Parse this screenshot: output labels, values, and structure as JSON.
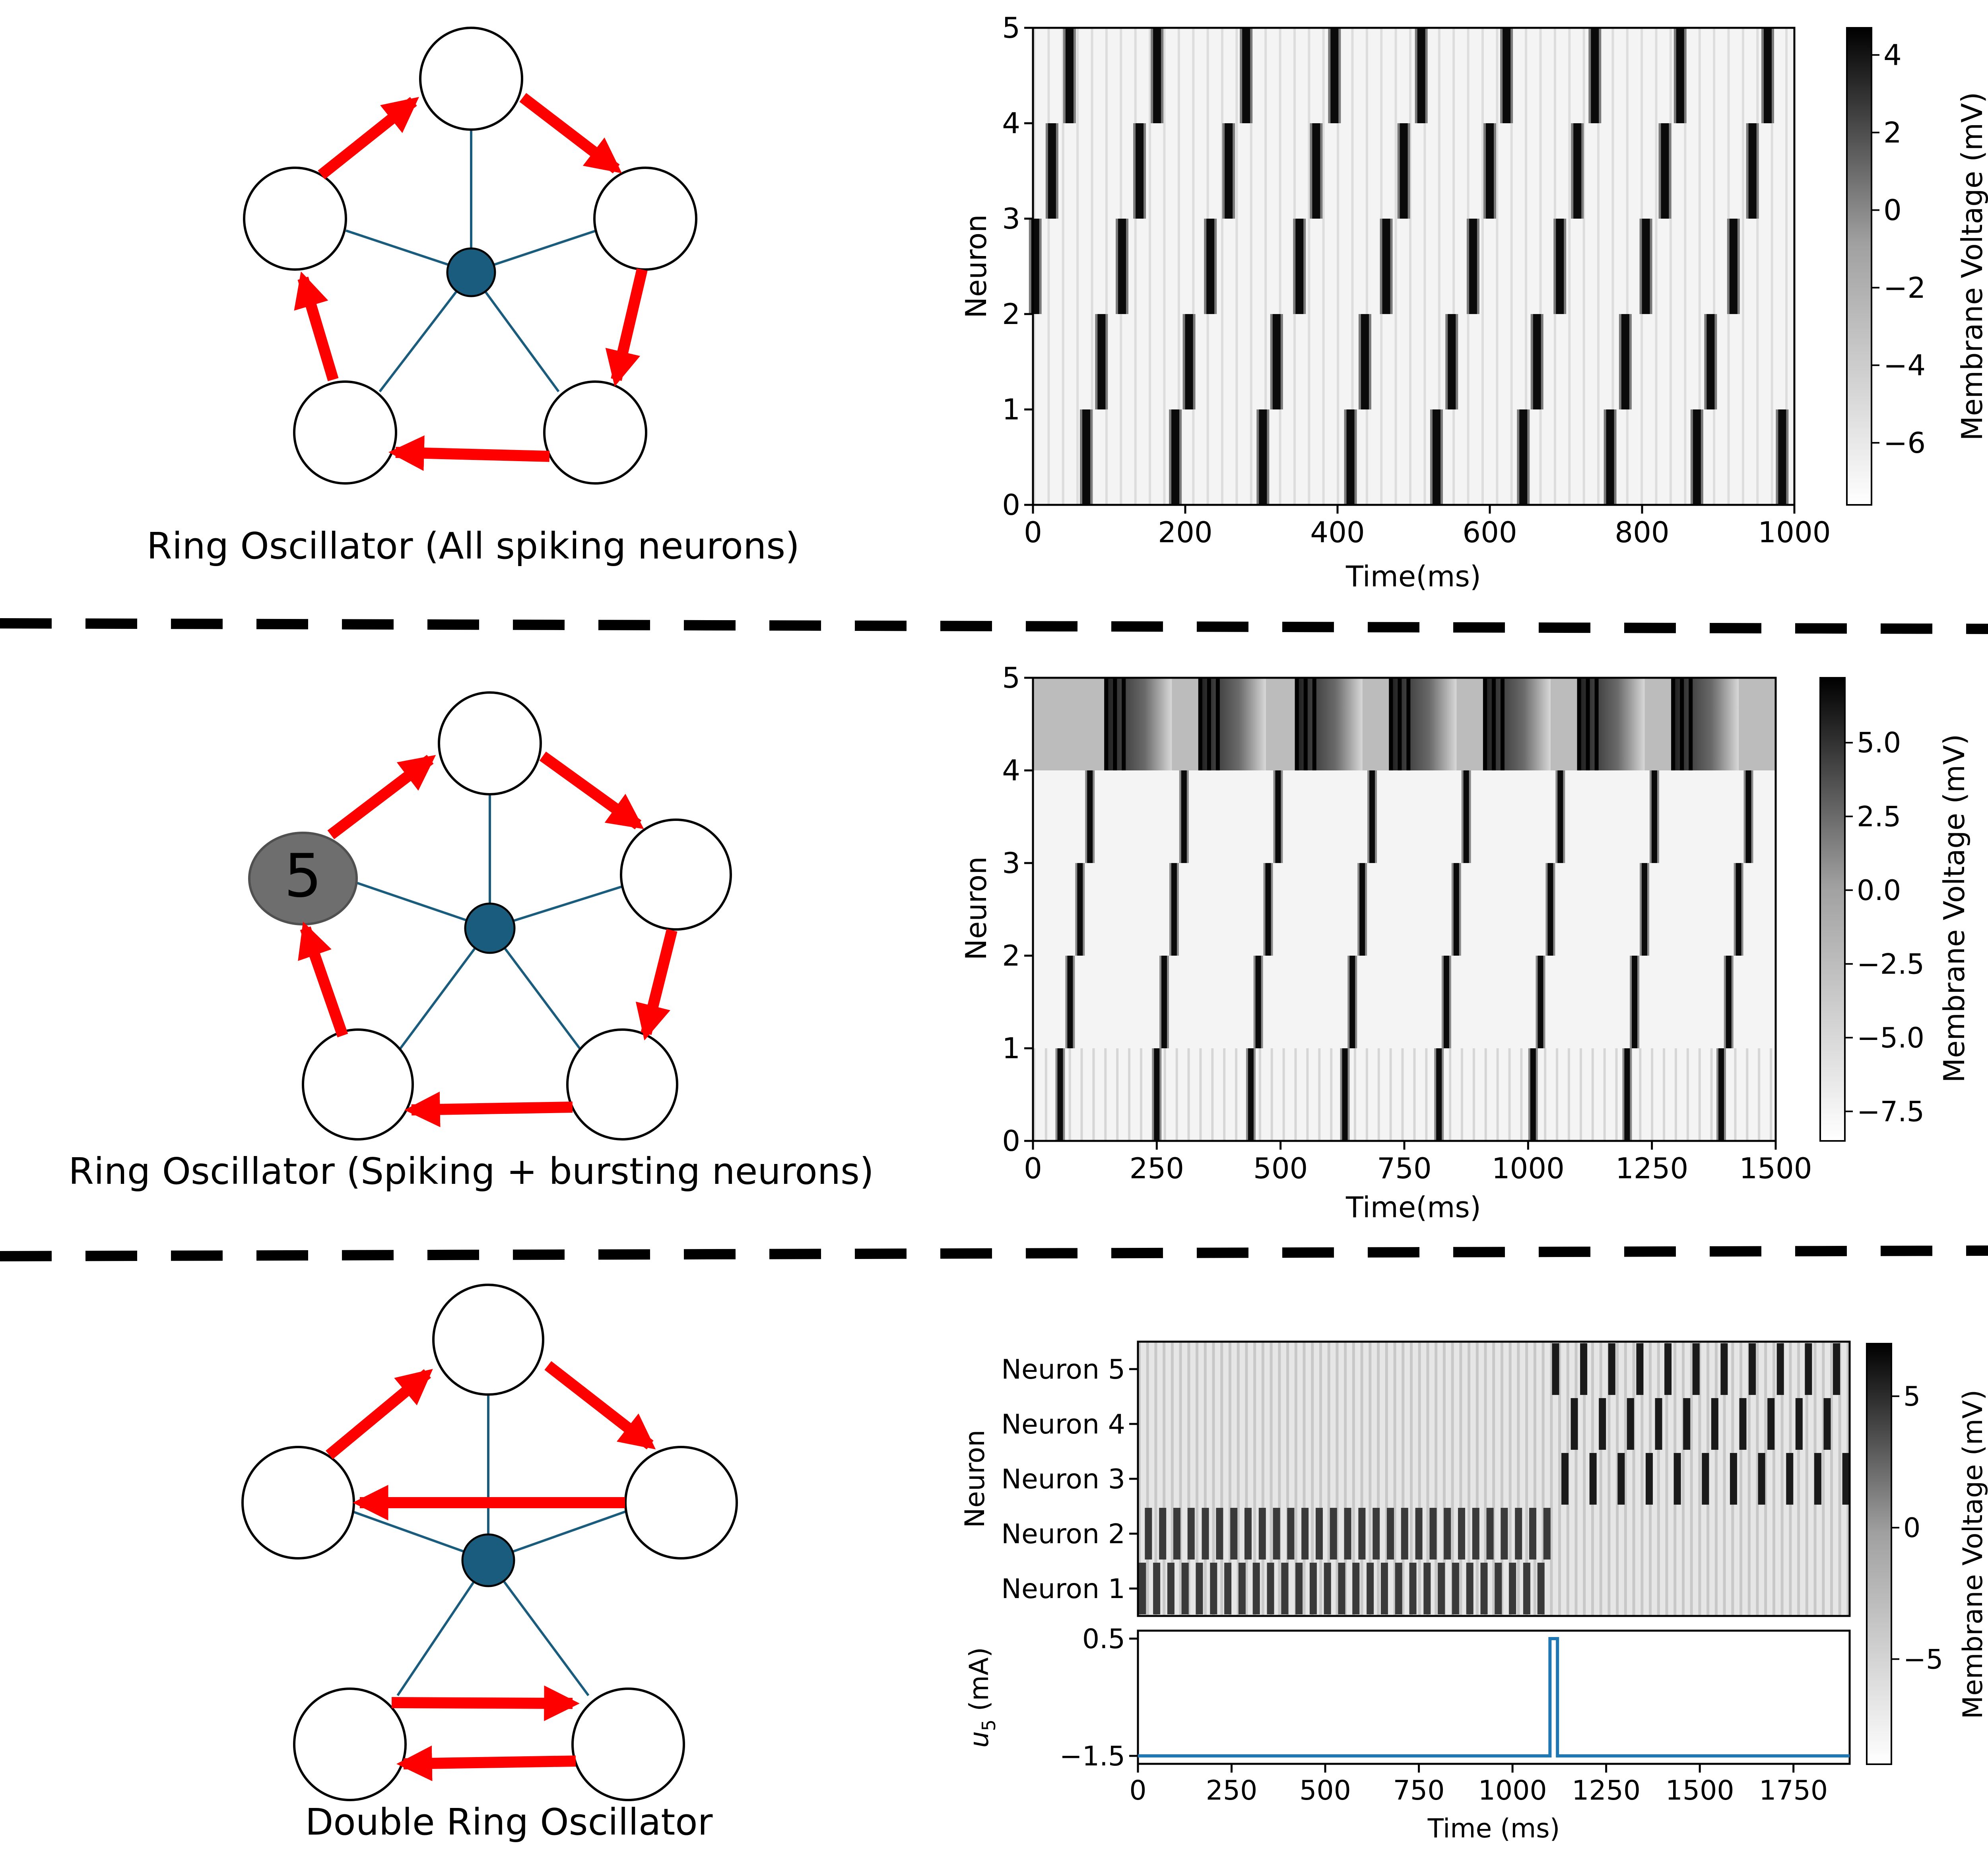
{
  "panels": [
    {
      "caption": "Ring Oscillator (All spiking neurons)",
      "highlight_label": "",
      "plot": {
        "type": "heatmap",
        "ylabel": "Neuron",
        "xlabel": "Time(ms)",
        "xlim": [
          0,
          1000
        ],
        "ylim": [
          0,
          5
        ],
        "x_ticks": [
          "0",
          "200",
          "400",
          "600",
          "800",
          "1000"
        ],
        "y_ticks": [
          "0",
          "1",
          "2",
          "3",
          "4",
          "5"
        ],
        "colorbar_label": "Membrane Voltage (mV)",
        "colorbar_range": [
          -7.6,
          4.7
        ],
        "colorbar_ticks": [
          "4",
          "2",
          "0",
          "−2",
          "−4",
          "−6"
        ],
        "spike_times": {
          "0": [
            70,
            187,
            302,
            417,
            530,
            644,
            758,
            872,
            984
          ],
          "1": [
            90,
            205,
            320,
            436,
            550,
            662,
            778,
            890
          ],
          "2": [
            3,
            117,
            233,
            350,
            464,
            578,
            692,
            805,
            920
          ],
          "3": [
            25,
            140,
            257,
            372,
            487,
            600,
            715,
            830,
            945
          ],
          "4": [
            48,
            163,
            280,
            396,
            510,
            622,
            738,
            850,
            965
          ]
        }
      }
    },
    {
      "caption": "Ring Oscillator  (Spiking + bursting neurons)",
      "highlight_label": "5",
      "plot": {
        "type": "heatmap",
        "ylabel": "Neuron",
        "xlabel": "Time(ms)",
        "xlim": [
          0,
          1500
        ],
        "ylim": [
          0,
          5
        ],
        "x_ticks": [
          "0",
          "250",
          "500",
          "750",
          "1000",
          "1250",
          "1500"
        ],
        "y_ticks": [
          "0",
          "1",
          "2",
          "3",
          "4",
          "5"
        ],
        "colorbar_label": "Membrane Voltage (mV)",
        "colorbar_range": [
          -8.5,
          7.2
        ],
        "colorbar_ticks": [
          "5.0",
          "2.5",
          "0.0",
          "−2.5",
          "−5.0",
          "−7.5"
        ],
        "spike_times": {
          "0": [
            55,
            250,
            440,
            630,
            820,
            1010,
            1200,
            1390
          ],
          "1": [
            75,
            265,
            455,
            645,
            835,
            1025,
            1215,
            1405
          ],
          "2": [
            95,
            285,
            475,
            665,
            855,
            1045,
            1235,
            1425
          ],
          "3": [
            115,
            305,
            495,
            685,
            875,
            1065,
            1255,
            1445
          ],
          "4": [
            135,
            325,
            515,
            705,
            895,
            1085,
            1275,
            1465
          ]
        },
        "burst_times": [
          160,
          350,
          545,
          735,
          925,
          1115,
          1305
        ]
      }
    },
    {
      "caption": "Double Ring Oscillator",
      "highlight_label": "",
      "plot": {
        "type": "heatmap",
        "ylabel": "Neuron",
        "xlabel": "Time (ms)",
        "xlim": [
          0,
          1900
        ],
        "row_labels": [
          "Neuron 5",
          "Neuron 4",
          "Neuron 3",
          "Neuron 2",
          "Neuron 1"
        ],
        "x_ticks": [
          "0",
          "250",
          "500",
          "750",
          "1000",
          "1250",
          "1500",
          "1750"
        ],
        "colorbar_label": "Membrane Voltage (mV)",
        "colorbar_range": [
          -9,
          7
        ],
        "colorbar_ticks": [
          "5",
          "0",
          "−5"
        ],
        "switch_time_ms": 1110,
        "early_period_ms": 38,
        "late_period_ms": 75,
        "trace_ylabel_main": "u",
        "trace_ylabel_sub": "5",
        "trace_ylabel_unit": " (mA)",
        "trace_ylim": [
          -1.5,
          0.5
        ],
        "trace_y_ticks": [
          "0.5",
          "−1.5"
        ],
        "trace_pulse_ms": [
          1100,
          1120
        ],
        "trace_color": "#1f77b4"
      }
    }
  ],
  "colors": {
    "arrow": "#ff0000",
    "hub": "#1a5c7e",
    "spoke": "#1a5c7e",
    "highlight_node": "#6e6e6e",
    "divider": "#000000"
  }
}
